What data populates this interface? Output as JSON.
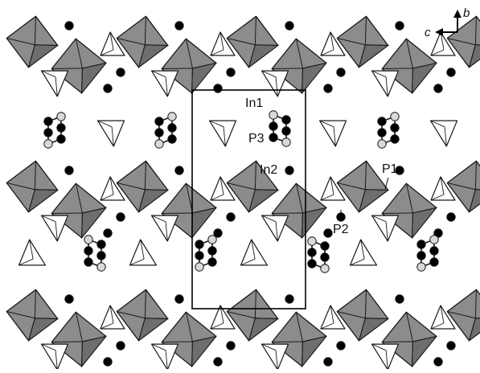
{
  "labels": {
    "in1": "In1",
    "in2": "In2",
    "p1": "P1",
    "p2": "P2",
    "p3": "P3"
  },
  "axes": {
    "b": "b",
    "c": "c"
  },
  "colors": {
    "octahedron_fill": "#8c8c8c",
    "octahedron_dark": "#6e6e6e",
    "tetrahedron_fill": "#ffffff",
    "edge": "#1a1a1a",
    "atom_dark": "#000000",
    "atom_light": "#d9d9d9",
    "cell_outline": "#000000"
  }
}
